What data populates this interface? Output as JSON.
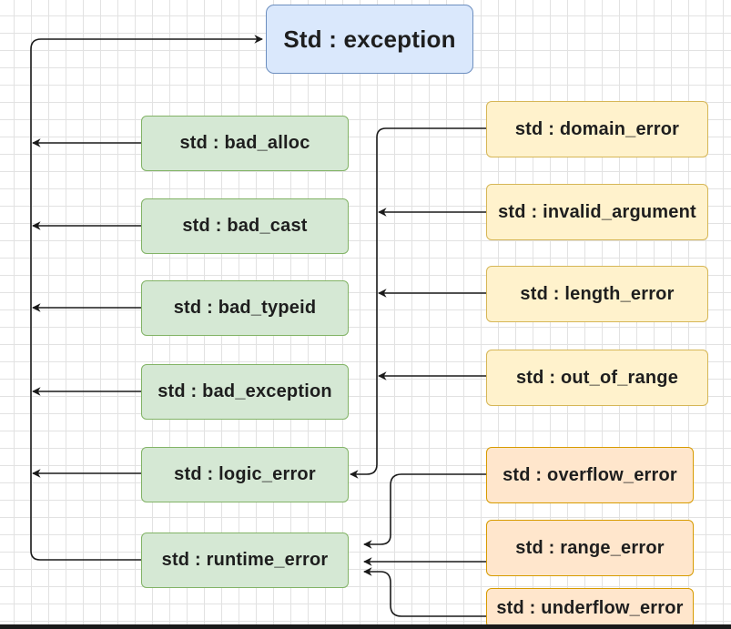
{
  "diagram": {
    "root": {
      "label": "Std : exception"
    },
    "direct_children": [
      {
        "label": "std : bad_alloc"
      },
      {
        "label": "std : bad_cast"
      },
      {
        "label": "std : bad_typeid"
      },
      {
        "label": "std : bad_exception"
      },
      {
        "label": "std : logic_error"
      },
      {
        "label": "std : runtime_error"
      }
    ],
    "logic_error_children": [
      {
        "label": "std : domain_error"
      },
      {
        "label": "std : invalid_argument"
      },
      {
        "label": "std : length_error"
      },
      {
        "label": "std : out_of_range"
      }
    ],
    "runtime_error_children": [
      {
        "label": "std : overflow_error"
      },
      {
        "label": "std : range_error"
      },
      {
        "label": "std : underflow_error"
      }
    ]
  },
  "colors": {
    "root_fill": "#dae8fc",
    "root_stroke": "#6c8ebf",
    "direct_child_fill": "#d5e8d4",
    "direct_child_stroke": "#82b366",
    "logic_child_fill": "#fff2cc",
    "logic_child_stroke": "#d6b656",
    "runtime_child_fill": "#ffe6cc",
    "runtime_child_stroke": "#d79b00",
    "connector": "#1a1a1a"
  }
}
